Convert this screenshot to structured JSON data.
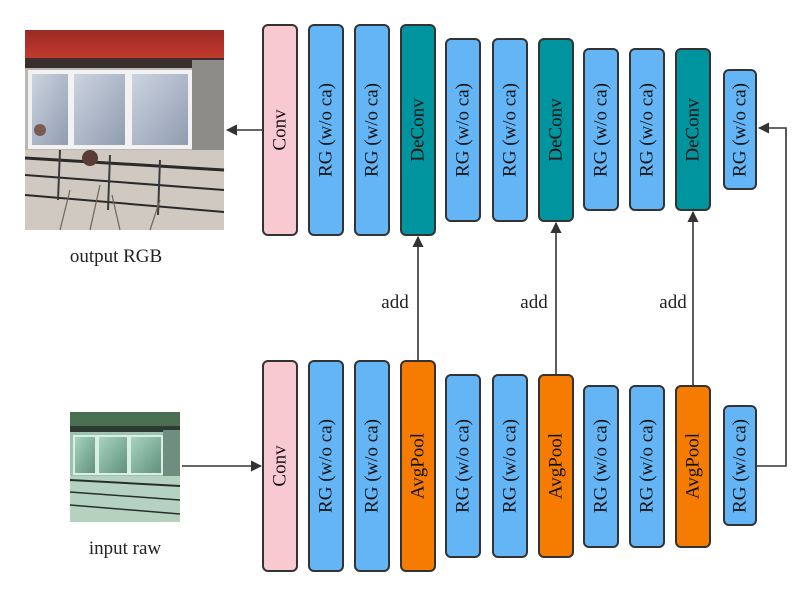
{
  "colors": {
    "conv": "#f9c9d1",
    "rg": "#64b5f6",
    "deconv": "#00949e",
    "avgpool": "#f57c00",
    "stroke": "#333333"
  },
  "labels": {
    "conv": "Conv",
    "rg": "RG (w/o ca)",
    "deconv": "DeConv",
    "avgpool": "AvgPool",
    "add": "add"
  },
  "captions": {
    "output": "output RGB",
    "input": "input raw"
  },
  "images": {
    "output": "output-rgb-photo",
    "input": "input-raw-photo"
  }
}
